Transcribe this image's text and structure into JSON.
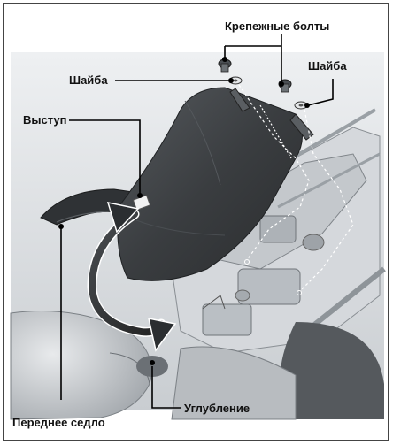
{
  "labels": {
    "mounting_bolts": "Крепежные болты",
    "washer_left": "Шайба",
    "washer_right": "Шайба",
    "tab": "Выступ",
    "front_seat": "Переднее седло",
    "recess": "Углубление"
  },
  "colors": {
    "background": "#dcdfe2",
    "seat": "#3a3d40",
    "leader_line": "#000000",
    "arrow": "#2b2e31"
  }
}
